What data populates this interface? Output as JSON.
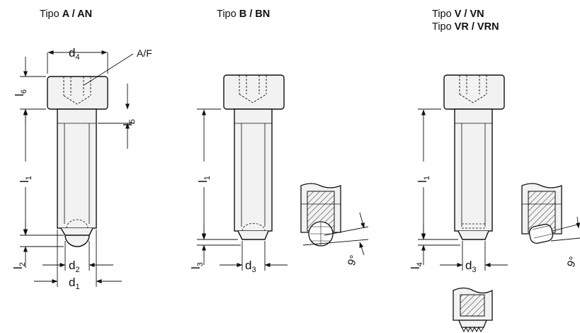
{
  "titles": {
    "a": {
      "prefix": "Tipo ",
      "bold": "A / AN"
    },
    "b": {
      "prefix": "Tipo ",
      "bold": "B / BN"
    },
    "v": {
      "prefix": "Tipo ",
      "bold": "V / VN"
    },
    "vr": {
      "prefix": "Tipo ",
      "bold": "VR / VRN"
    }
  },
  "dimensions": {
    "d4": {
      "base": "d",
      "sub": "4"
    },
    "af": "A/F",
    "l6": {
      "base": "l",
      "sub": "6"
    },
    "l5": {
      "base": "l",
      "sub": "5"
    },
    "l1_a": {
      "base": "l",
      "sub": "1"
    },
    "l2": {
      "base": "l",
      "sub": "2"
    },
    "d2": {
      "base": "d",
      "sub": "2"
    },
    "d1": {
      "base": "d",
      "sub": "1"
    },
    "l1_b": {
      "base": "l",
      "sub": "1"
    },
    "l3": {
      "base": "l",
      "sub": "3"
    },
    "d3_b": {
      "base": "d",
      "sub": "3"
    },
    "angle_b": "9°",
    "l1_v": {
      "base": "l",
      "sub": "1"
    },
    "l4": {
      "base": "l",
      "sub": "4"
    },
    "d3_v": {
      "base": "d",
      "sub": "3"
    },
    "angle_v": "9°"
  },
  "colors": {
    "line": "#111111",
    "body": "#f2f2f2",
    "hatch": "#333333"
  }
}
